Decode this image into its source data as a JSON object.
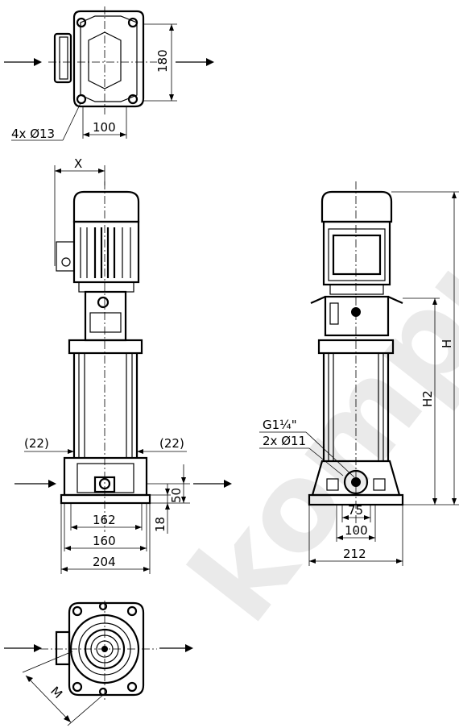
{
  "watermark": "kompuo",
  "top_view": {
    "bolt_holes": "4x Ø13",
    "width": "100",
    "height": "180"
  },
  "front_view": {
    "offset_label": "X",
    "left_gap": "(22)",
    "right_gap": "(22)",
    "inlet_height": "50",
    "base_height": "18",
    "dim_a": "162",
    "dim_b": "160",
    "dim_c": "204"
  },
  "side_view": {
    "thread": "G1¼\"",
    "anchor_holes": "2x Ø11",
    "dim_75": "75",
    "dim_100": "100",
    "dim_212": "212",
    "total_height": "H",
    "port_height": "H2"
  },
  "bottom_view": {
    "motor_dim": "M"
  },
  "colors": {
    "line": "#000000",
    "watermark": "#e6e6e6"
  }
}
